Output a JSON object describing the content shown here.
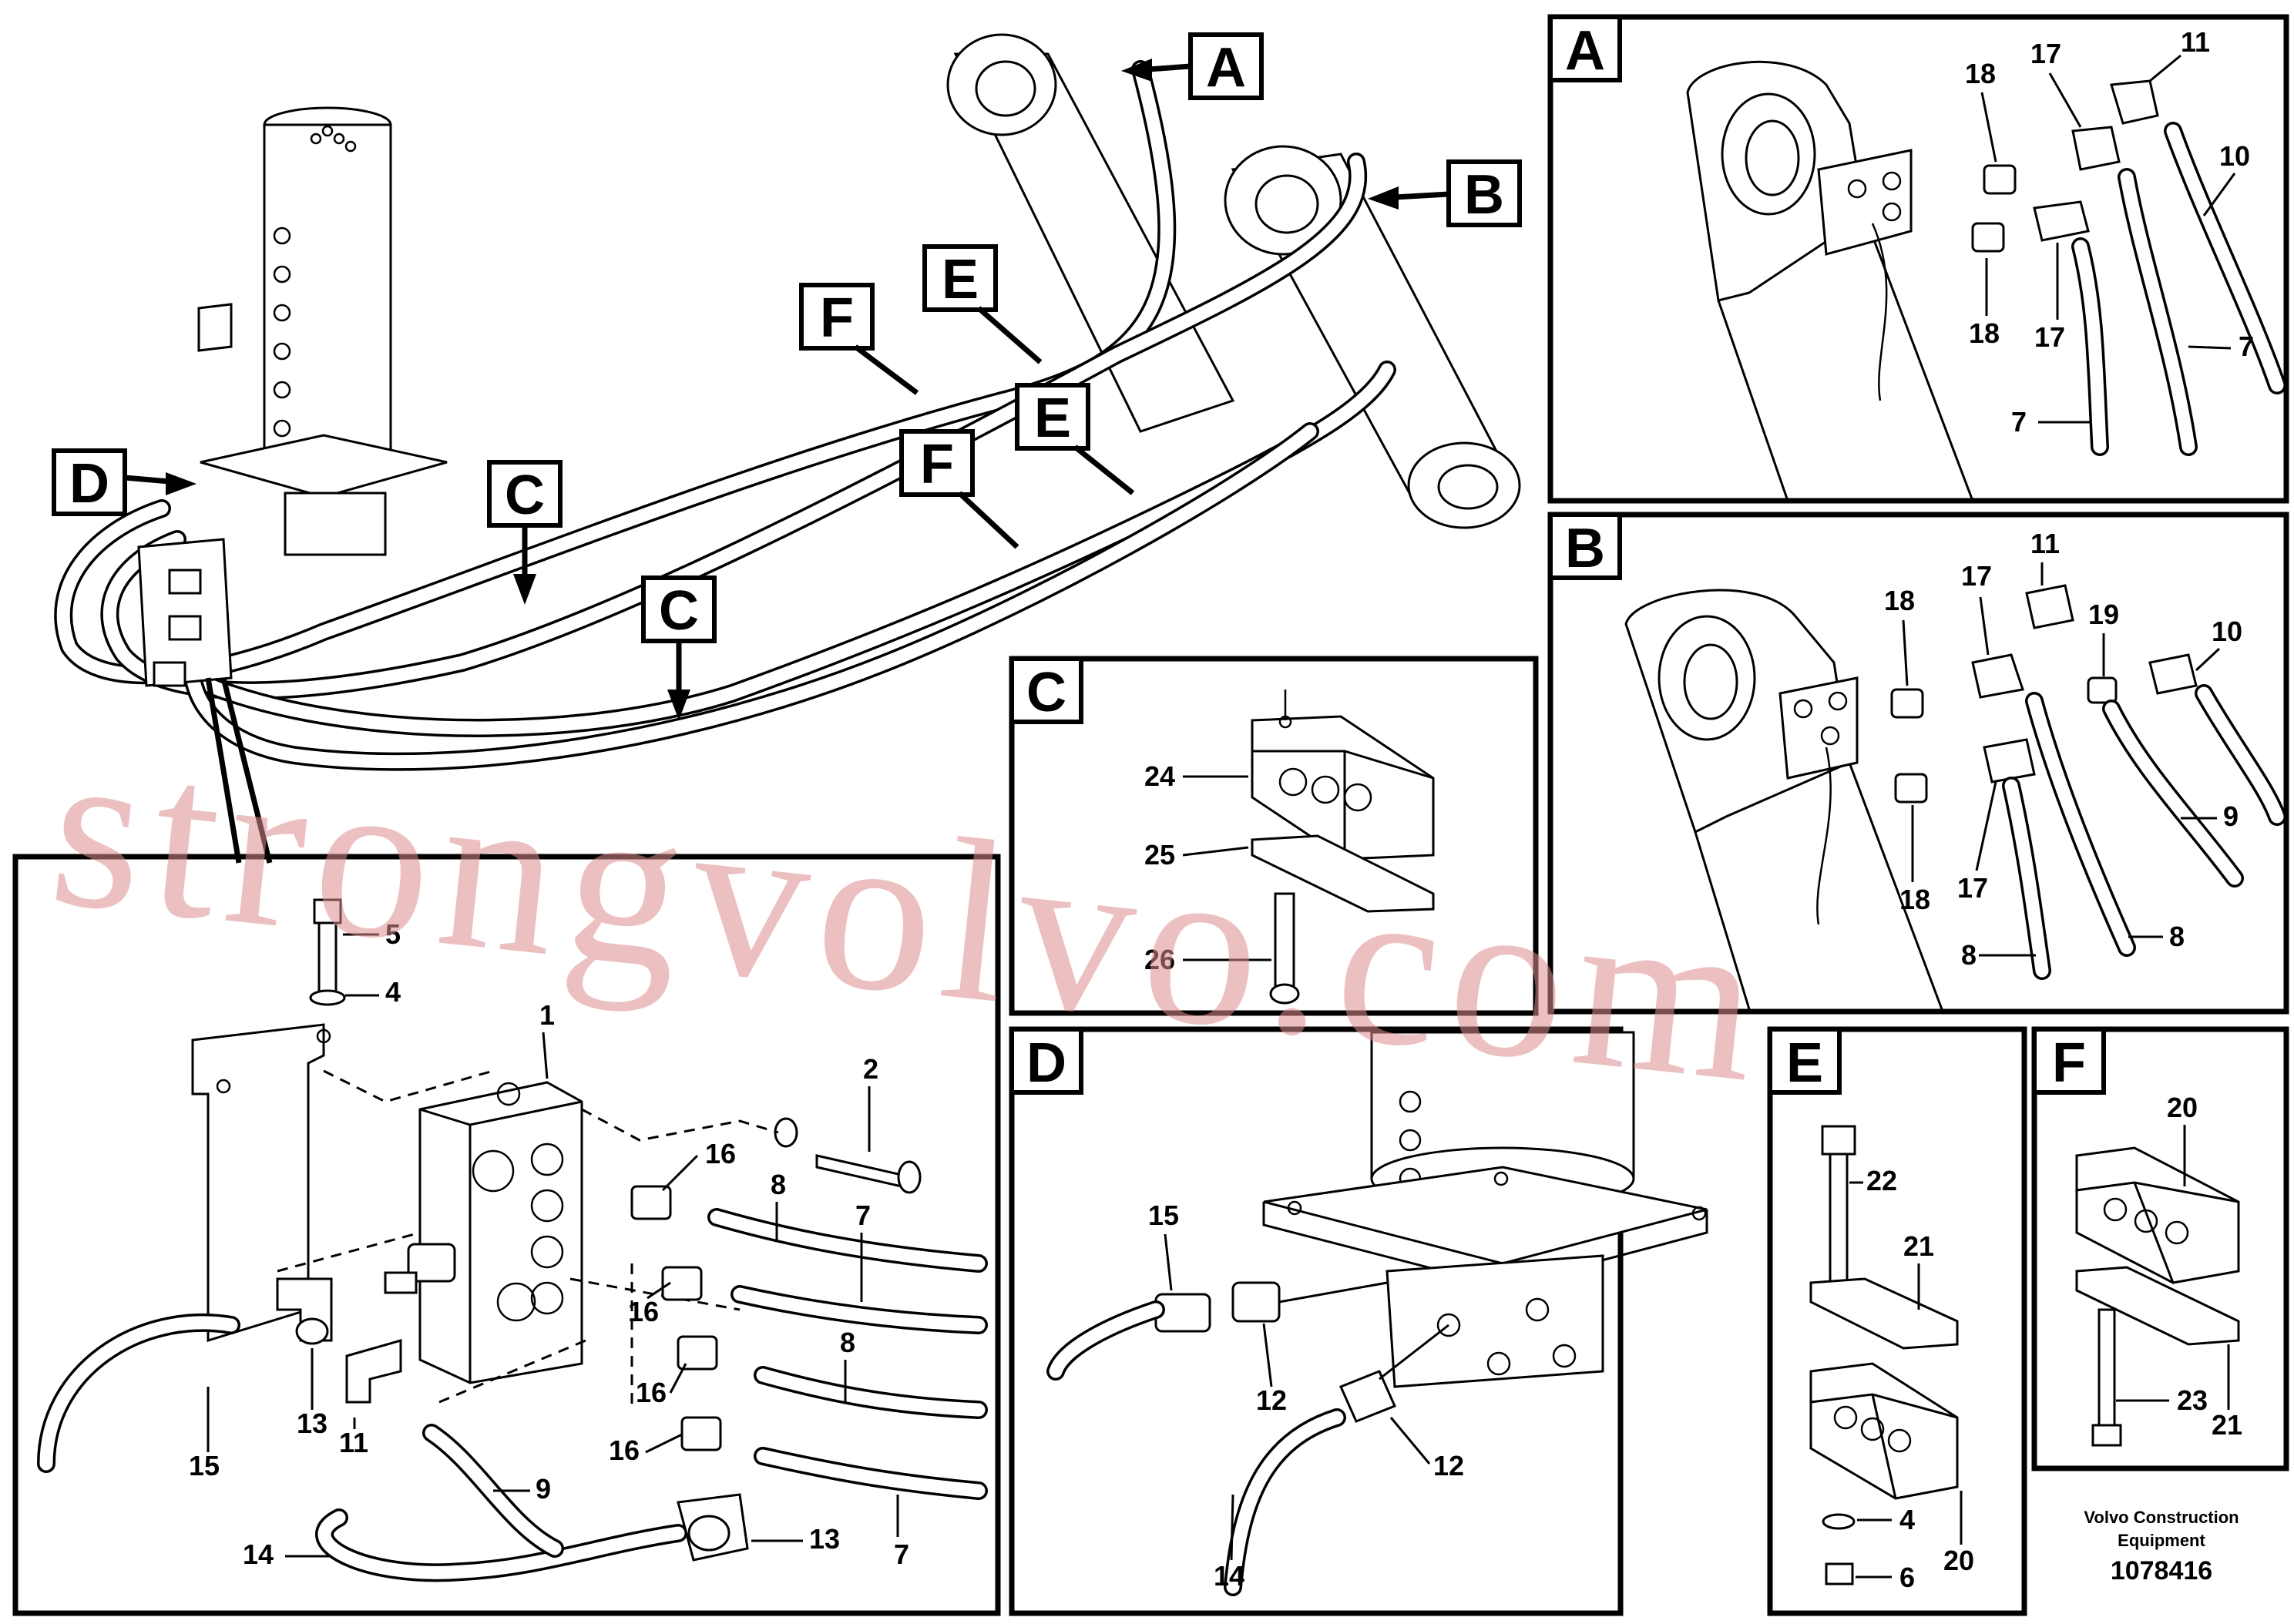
{
  "badges": {
    "A": "A",
    "B": "B",
    "C": "C",
    "D": "D",
    "E": "E",
    "F": "F"
  },
  "callouts": {
    "main": [
      "1",
      "2",
      "4",
      "5",
      "7",
      "7",
      "8",
      "8",
      "9",
      "11",
      "13",
      "13",
      "14",
      "15",
      "16",
      "16",
      "16",
      "16"
    ],
    "panel_a": [
      "7",
      "7",
      "10",
      "11",
      "17",
      "17",
      "18",
      "18"
    ],
    "panel_b": [
      "8",
      "8",
      "9",
      "10",
      "11",
      "17",
      "17",
      "18",
      "18",
      "19"
    ],
    "panel_c": [
      "24",
      "25",
      "26"
    ],
    "panel_d": [
      "12",
      "12",
      "14",
      "15"
    ],
    "panel_e": [
      "4",
      "6",
      "20",
      "21",
      "22"
    ],
    "panel_f": [
      "20",
      "21",
      "23"
    ]
  },
  "footer": {
    "company_line1": "Volvo Construction",
    "company_line2": "Equipment",
    "drawing_number": "1078416"
  },
  "watermark": "strongvolvo.com"
}
